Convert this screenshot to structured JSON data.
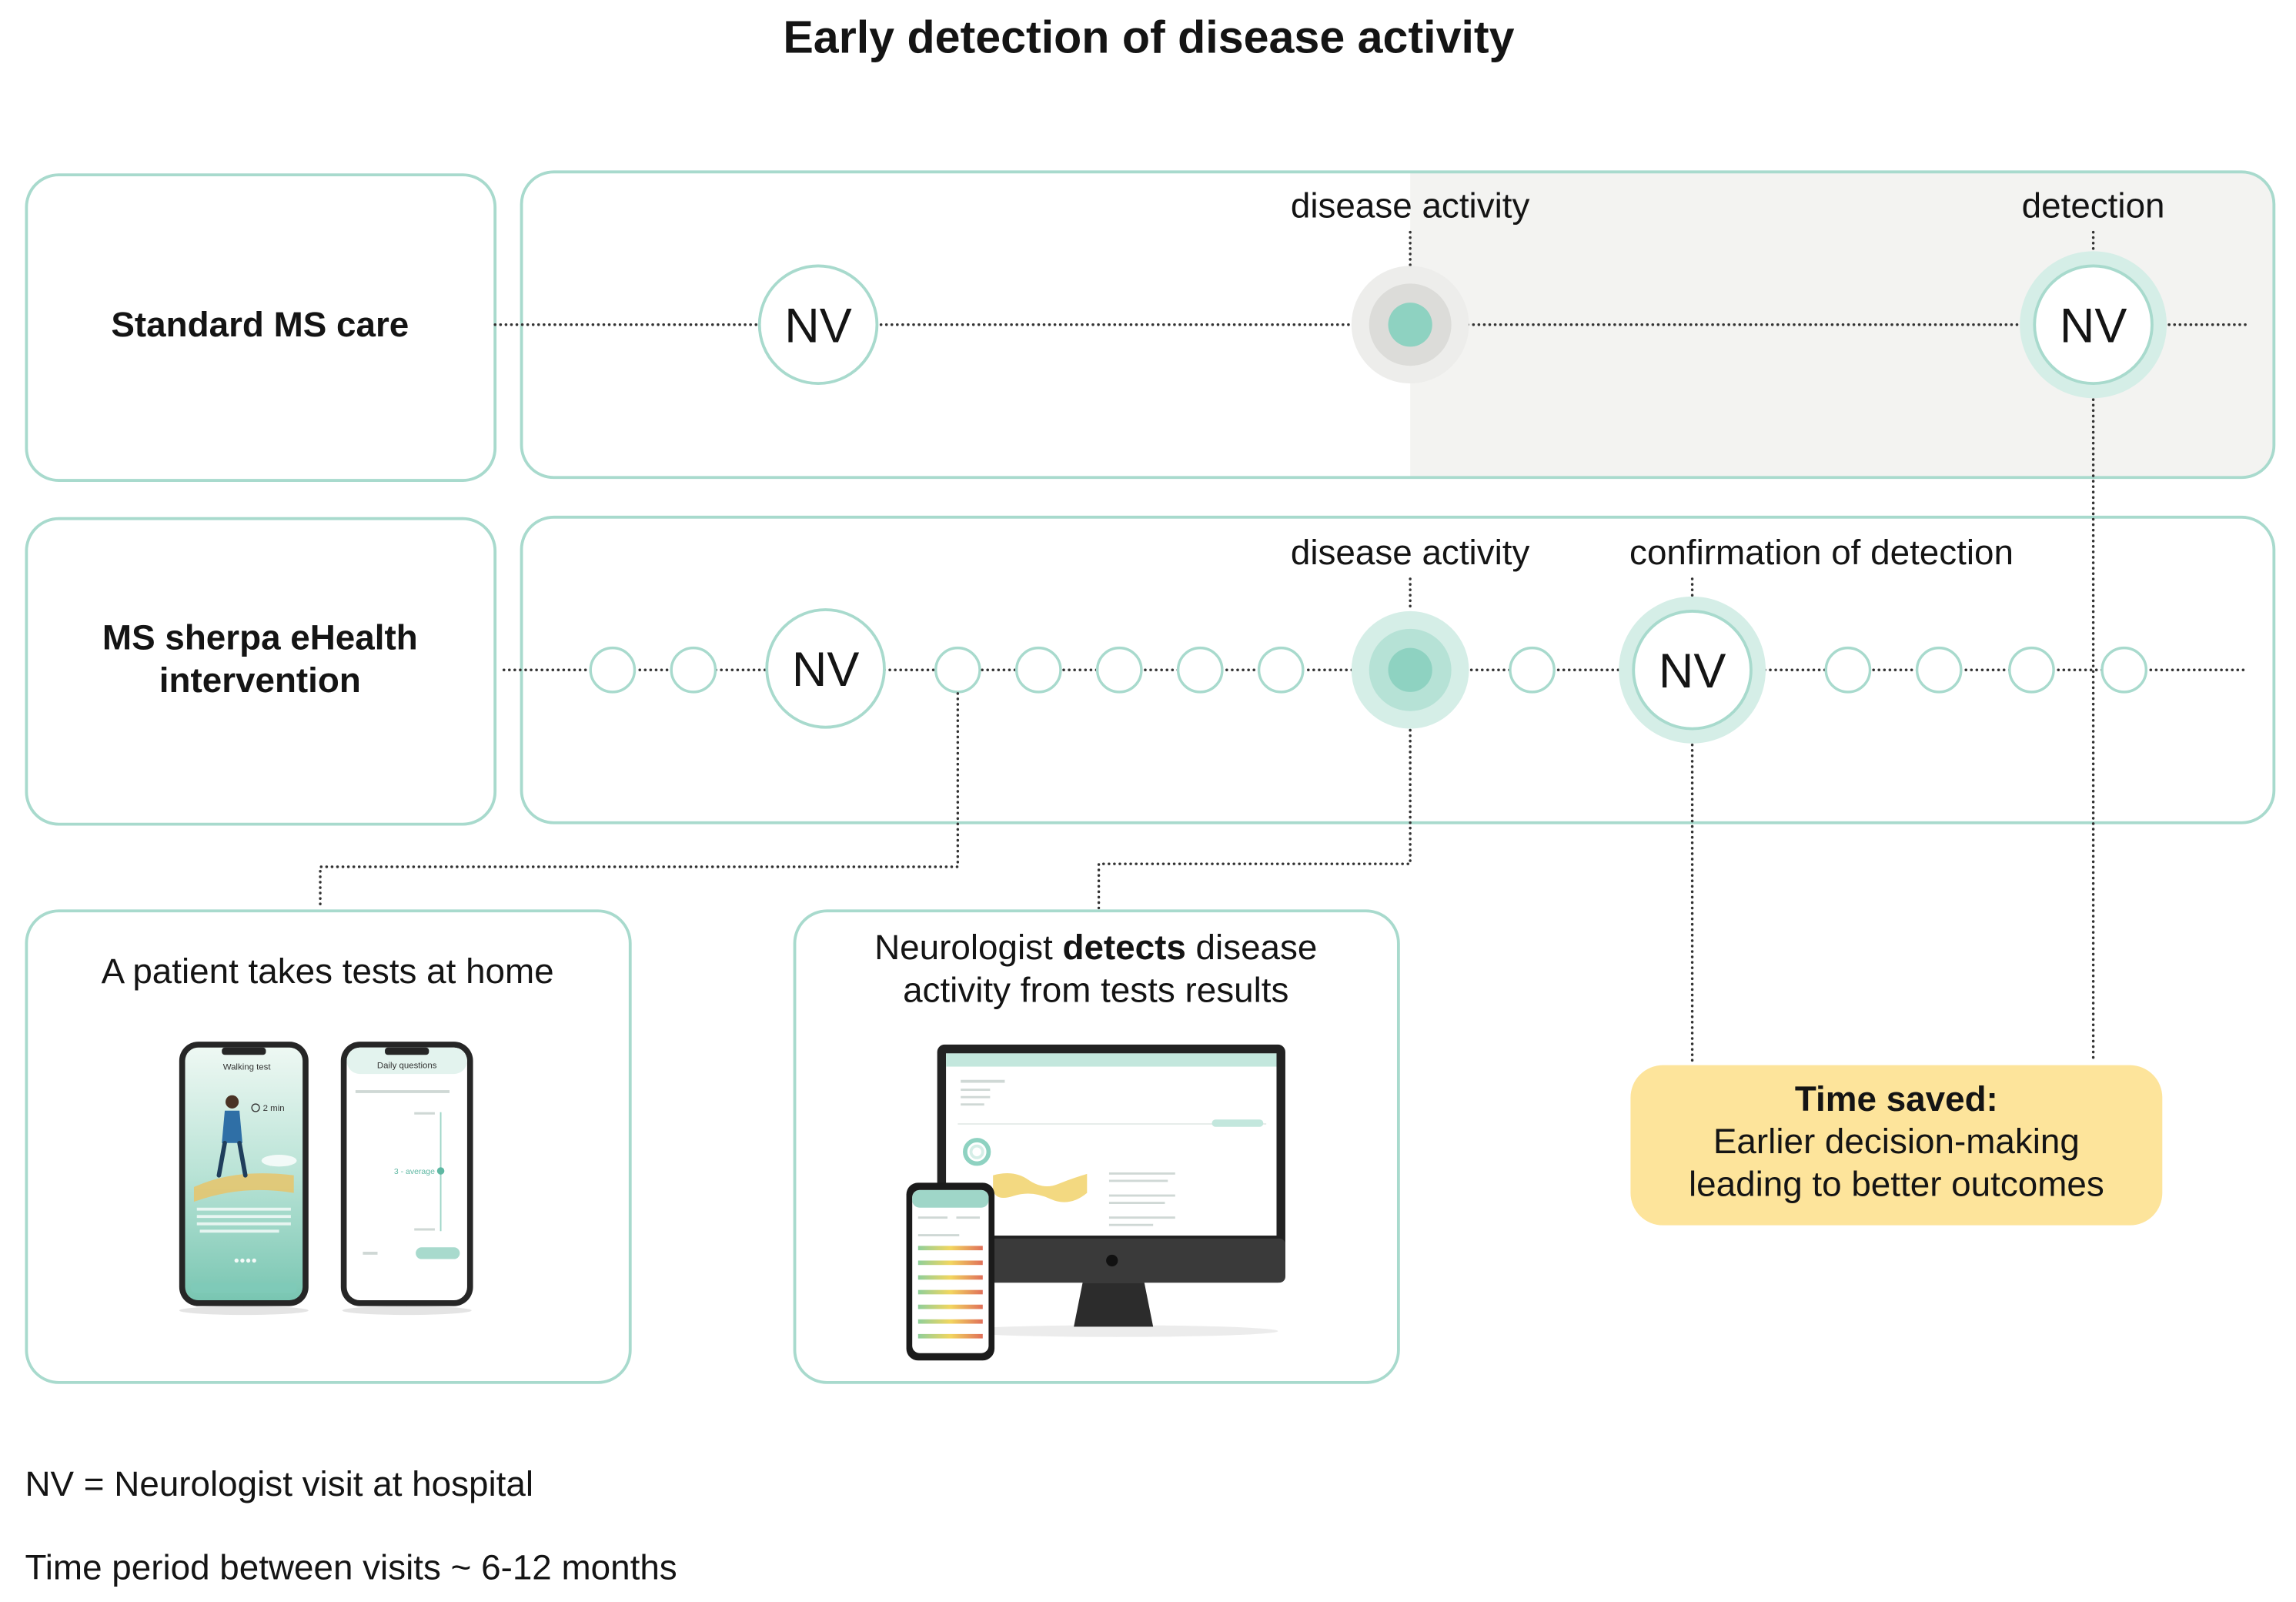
{
  "title": "Early detection of disease activity",
  "rows": {
    "standard": {
      "label": "Standard MS care",
      "nv_first": "NV",
      "event_disease": "disease activity",
      "event_detection": "detection",
      "nv_detection": "NV"
    },
    "sherpa": {
      "label_line1": "MS sherpa eHealth",
      "label_line2": "intervention",
      "nv_first": "NV",
      "event_disease": "disease activity",
      "event_confirmation": "confirmation of detection",
      "nv_confirmation": "NV"
    }
  },
  "panels": {
    "patient": {
      "text": "A patient takes tests at home",
      "phone_walking": {
        "title": "Walking test",
        "timer": "2 min"
      },
      "phone_questions": {
        "title": "Daily questions",
        "slider_value": "3 - average"
      }
    },
    "neurologist": {
      "line1_pre": "Neurologist ",
      "line1_bold": "detects",
      "line1_post": " disease",
      "line2": "activity from tests results"
    }
  },
  "time_saved": {
    "heading": "Time saved:",
    "line1": "Earlier decision-making",
    "line2": "leading to better outcomes"
  },
  "legend": {
    "nv_definition": "NV = Neurologist visit at hospital",
    "period": "Time period between visits ~ 6-12 months"
  },
  "colors": {
    "teal_border": "#a8dacd",
    "teal_dot": "#8ed2c1",
    "teal_halo": "#d5eee7",
    "grey_shade": "#f3f3f1",
    "yellow": "#fde49b"
  }
}
